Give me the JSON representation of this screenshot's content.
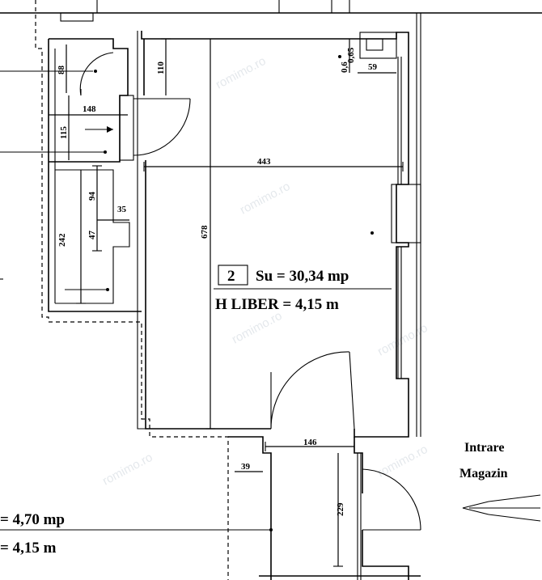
{
  "plan": {
    "room": {
      "number": "2",
      "area_label": "Su  =  30,34 mp",
      "height_label": "H LIBER = 4,15 m"
    },
    "adjacent_room": {
      "area_label": "= 4,70 mp",
      "height_label": "= 4,15 m"
    },
    "entrance": {
      "line1": "Intrare",
      "line2": "Magazin"
    },
    "dimensions": {
      "d443": "443",
      "d678": "678",
      "d110": "110",
      "d148": "148",
      "d115": "115",
      "d88": "88",
      "d94": "94",
      "d35": "35",
      "d47": "47",
      "d242": "242",
      "d146": "146",
      "d39": "39",
      "d229": "229",
      "d59": "59",
      "d065": "0,65",
      "d06": "0,6"
    },
    "watermark": "romimo.ro"
  }
}
